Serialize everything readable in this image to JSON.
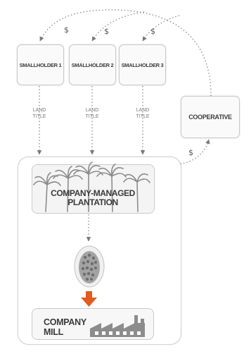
{
  "nodes": {
    "smallholders": [
      "SMALLHOLDER 1",
      "SMALLHOLDER 2",
      "SMALLHOLDER 3"
    ],
    "cooperative": "COOPERATIVE",
    "plantation": {
      "line1": "COMPANY-MANAGED",
      "line2": "PLANTATION"
    },
    "mill": {
      "line1": "COMPANY",
      "line2": "MILL"
    }
  },
  "edge_labels": {
    "land_title": {
      "line1": "LAND",
      "line2": "TITLE"
    },
    "payment": "$"
  },
  "colors": {
    "arrow": "#e25c1e",
    "box_border": "#c9c9c9",
    "line": "#8a8a8a",
    "illustration": "#8c8c8c"
  },
  "icons": [
    "palm-tree-icon",
    "fruit-bunch-icon",
    "factory-icon",
    "arrow-down-icon"
  ]
}
